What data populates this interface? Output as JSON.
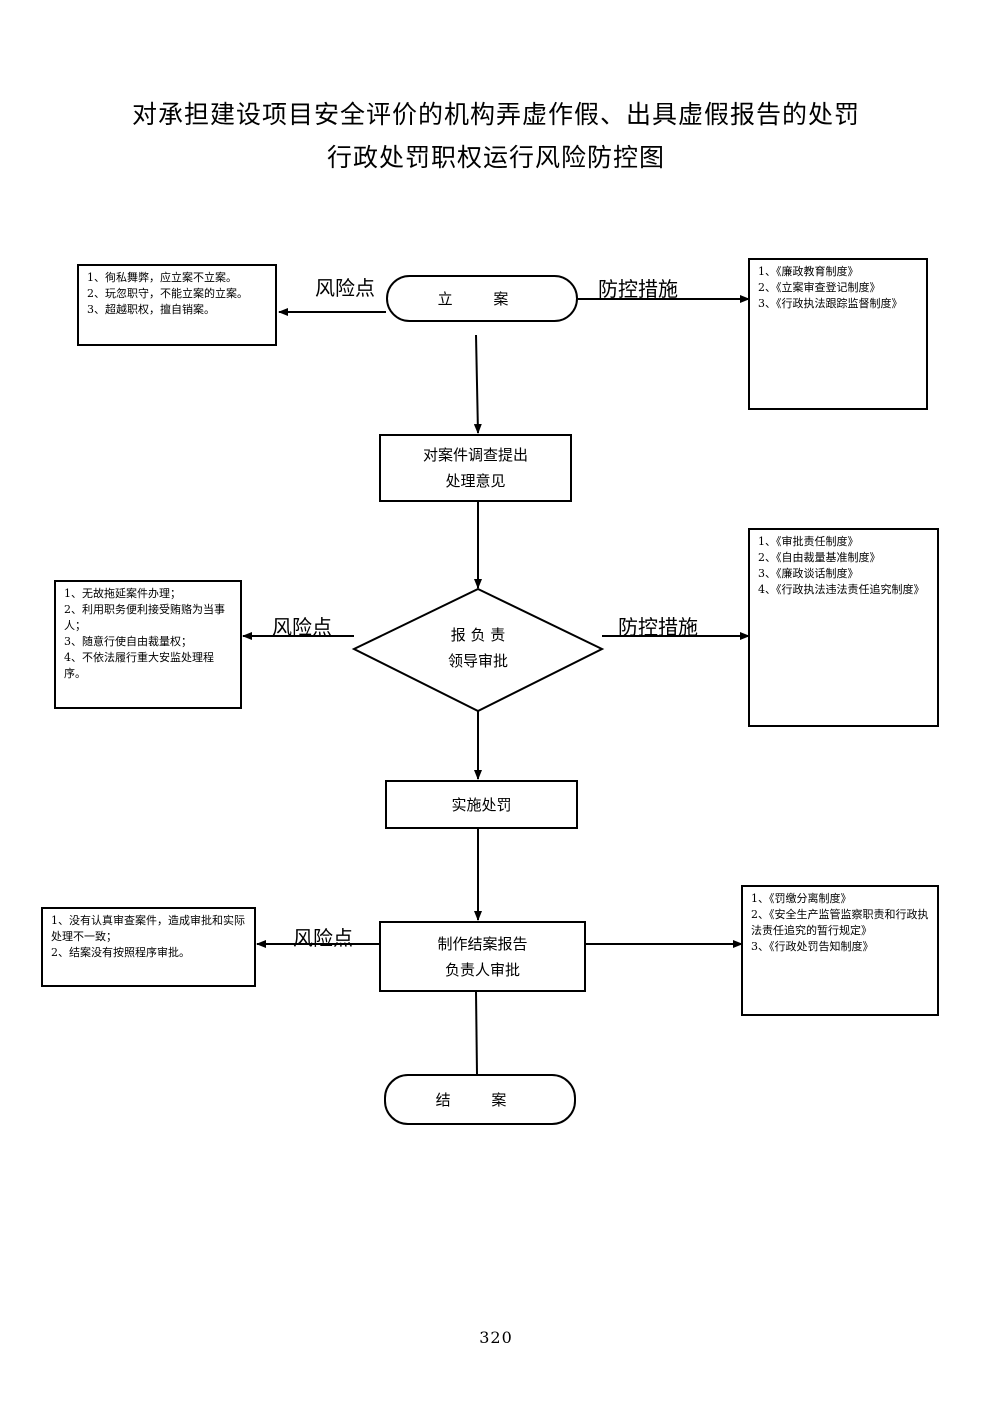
{
  "title": {
    "line1": "对承担建设项目安全评价的机构弄虚作假、出具虚假报告的处罚",
    "line2": "行政处罚职权运行风险防控图"
  },
  "nodes": {
    "start": "立 案",
    "investigate": [
      "对案件调查提出",
      "处理意见"
    ],
    "approve": [
      "报 负 责",
      "领导审批"
    ],
    "execute": "实施处罚",
    "report": [
      "制作结案报告",
      "负责人审批"
    ],
    "end": "结 案"
  },
  "labels": {
    "risk_1": "风险点",
    "control_1": "防控措施",
    "risk_2": "风险点",
    "control_2": "防控措施",
    "risk_3": "风险点"
  },
  "risk_boxes": {
    "r1": [
      "1、徇私舞弊，应立案不立案。",
      "2、玩忽职守，不能立案的立案。",
      "3、超越职权，擅自销案。"
    ],
    "r2": [
      "1、无故拖延案件办理；",
      "2、利用职务便利接受贿赂为当事人；",
      "3、随意行使自由裁量权；",
      "4、不依法履行重大安监处理程序。"
    ],
    "r3": [
      "1、没有认真审查案件，造成审批和实际处理不一致；",
      "2、结案没有按照程序审批。"
    ]
  },
  "control_boxes": {
    "c1": [
      "1、《廉政教育制度》",
      "2、《立案审查登记制度》",
      "3、《行政执法跟踪监督制度》"
    ],
    "c2": [
      "1、《审批责任制度》",
      "2、《自由裁量基准制度》",
      "3、《廉政谈话制度》",
      "4、《行政执法违法责任追究制度》"
    ],
    "c3": [
      "1、《罚缴分离制度》",
      "2、《安全生产监管监察职责和行政执法责任追究的暂行规定》",
      "3、《行政处罚告知制度》"
    ]
  },
  "page_number": "320"
}
